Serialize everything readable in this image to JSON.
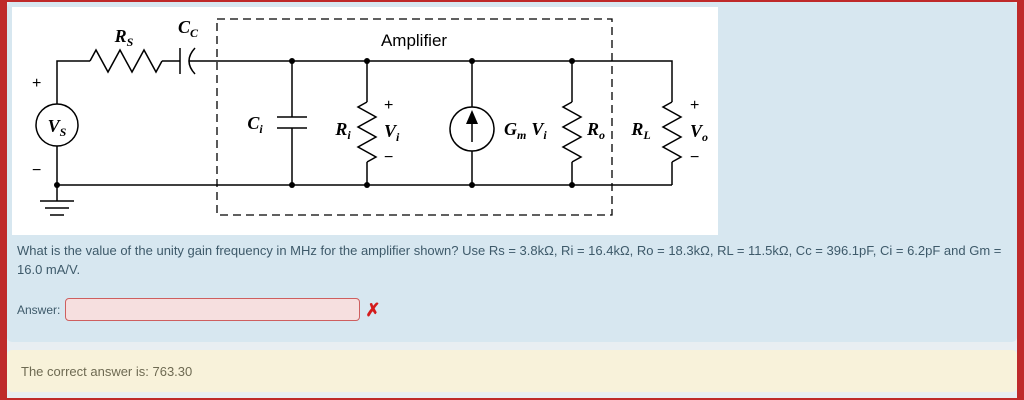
{
  "circuit": {
    "amplifier_label": "Amplifier",
    "plus": "+",
    "minus": "−",
    "vs": {
      "base": "V",
      "sub": "S"
    },
    "rs": {
      "base": "R",
      "sub": "S"
    },
    "cc": {
      "base": "C",
      "sub": "C"
    },
    "ci": {
      "base": "C",
      "sub": "i"
    },
    "ri": {
      "base": "R",
      "sub": "i"
    },
    "vi": {
      "base": "V",
      "sub": "i"
    },
    "gm": {
      "base": "G",
      "sub": "m"
    },
    "gmv": {
      "base": "V",
      "sub": "i"
    },
    "ro": {
      "base": "R",
      "sub": "o"
    },
    "rl": {
      "base": "R",
      "sub": "L"
    },
    "vo": {
      "base": "V",
      "sub": "o"
    }
  },
  "question": {
    "text": "What is the value of the unity gain frequency in MHz for the amplifier shown? Use Rs = 3.8kΩ, Ri = 16.4kΩ, Ro = 18.3kΩ, RL = 11.5kΩ, Cc = 396.1pF, Ci = 6.2pF and Gm = 16.0 mA/V.",
    "answer_label": "Answer:",
    "answer_value": "",
    "incorrect_mark": "✗"
  },
  "feedback": {
    "text": "The correct answer is: 763.30"
  },
  "colors": {
    "frame_red": "#bf2a2a",
    "panel_blue": "#d7e7f0",
    "page_gap": "#e8eef2",
    "feedback_bg": "#f8f2da",
    "input_bg": "#f6dfdf",
    "input_border": "#ce5f5f",
    "question_text": "#3e5a6a",
    "feedback_text": "#6e6a52",
    "incorrect_red": "#d41c1c"
  }
}
